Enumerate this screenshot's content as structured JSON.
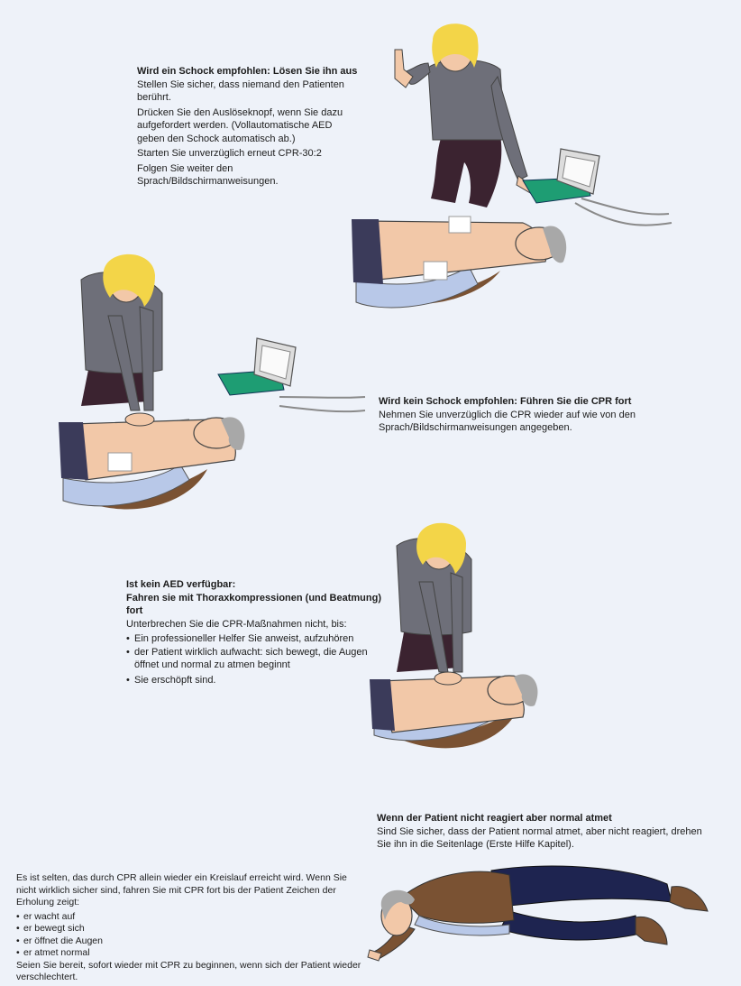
{
  "shock_advised": {
    "heading": "Wird ein Schock empfohlen: Lösen Sie ihn aus",
    "lines": [
      "Stellen Sie sicher, dass niemand den Patienten berührt.",
      "Drücken Sie den Auslöseknopf, wenn Sie dazu aufgefordert werden. (Vollautomatische AED geben den Schock automatisch ab.)",
      "Starten Sie unverzüglich erneut CPR-30:2",
      "Folgen Sie weiter den Sprach/Bildschirmanweisungen."
    ]
  },
  "no_shock": {
    "heading": "Wird kein Schock empfohlen: Führen Sie die CPR fort",
    "text": "Nehmen Sie unverzüglich die CPR wieder auf wie von den Sprach/Bildschirmanweisungen angegeben."
  },
  "no_aed": {
    "heading_line1": "Ist kein AED verfügbar:",
    "heading_line2": "Fahren sie mit Thoraxkompressionen (und Beatmung) fort",
    "intro": "Unterbrechen Sie die CPR-Maßnahmen nicht, bis:",
    "bullets": [
      "Ein professioneller Helfer Sie anweist, aufzuhören",
      "der Patient wirklich aufwacht: sich bewegt, die Augen öffnet und normal zu atmen beginnt",
      "Sie erschöpft sind."
    ]
  },
  "breathing": {
    "heading": "Wenn der Patient nicht reagiert aber normal atmet",
    "text": "Sind Sie sicher, dass der Patient normal atmet, aber nicht reagiert, drehen Sie ihn in die Seitenlage (Erste Hilfe Kapitel)."
  },
  "recovery": {
    "intro": "Es ist selten, das durch CPR allein wieder ein Kreislauf erreicht wird. Wenn Sie nicht wirklich sicher sind, fahren Sie mit CPR fort bis der Patient Zeichen der Erholung zeigt:",
    "bullets": [
      "er wacht auf",
      "er bewegt sich",
      "er öffnet die Augen",
      "er atmet normal"
    ],
    "outro": "Seien Sie bereit, sofort wieder mit CPR zu beginnen, wenn sich der Patient wieder verschlechtert."
  },
  "colors": {
    "background": "#eef2f9",
    "shirt": "#6e6f79",
    "hair": "#f3d548",
    "pants": "#3b2330",
    "skin": "#f2c8a8",
    "jacket": "#7a5233",
    "aed": "#1e9d73",
    "jeans": "#1e2450"
  }
}
